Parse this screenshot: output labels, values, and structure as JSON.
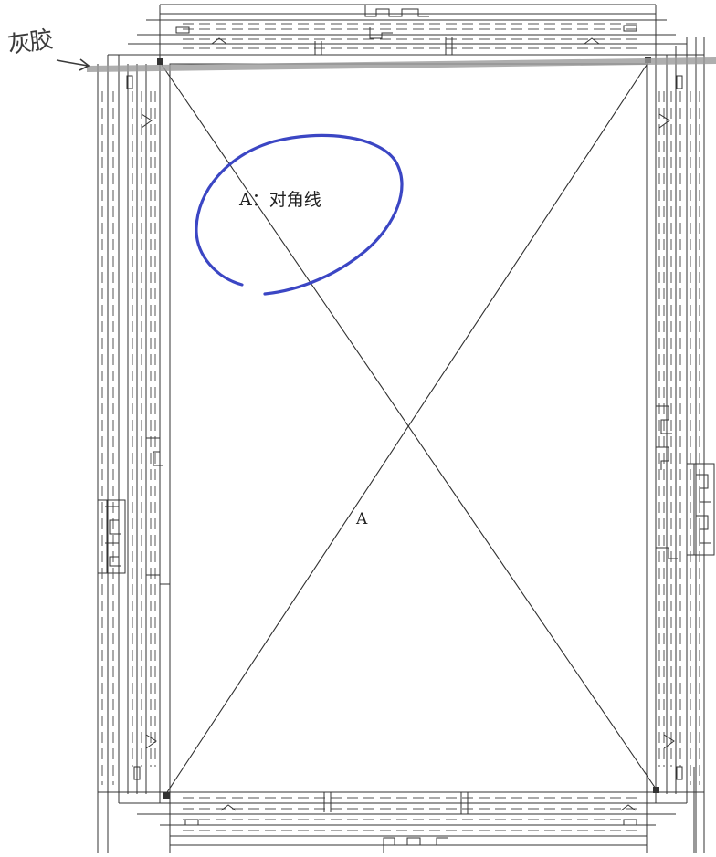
{
  "diagram": {
    "diagonal_label": "A",
    "circled_note": "A：对角线",
    "handwritten_note": "灰胶",
    "colors": {
      "line": "#333333",
      "dash": "#555555",
      "ink_circle": "#3b46c4",
      "marker_band": "#9a9a9a",
      "paper": "#ffffff"
    },
    "icons": [
      "arrow-icon",
      "ink-circle-annotation",
      "marker-band"
    ]
  }
}
